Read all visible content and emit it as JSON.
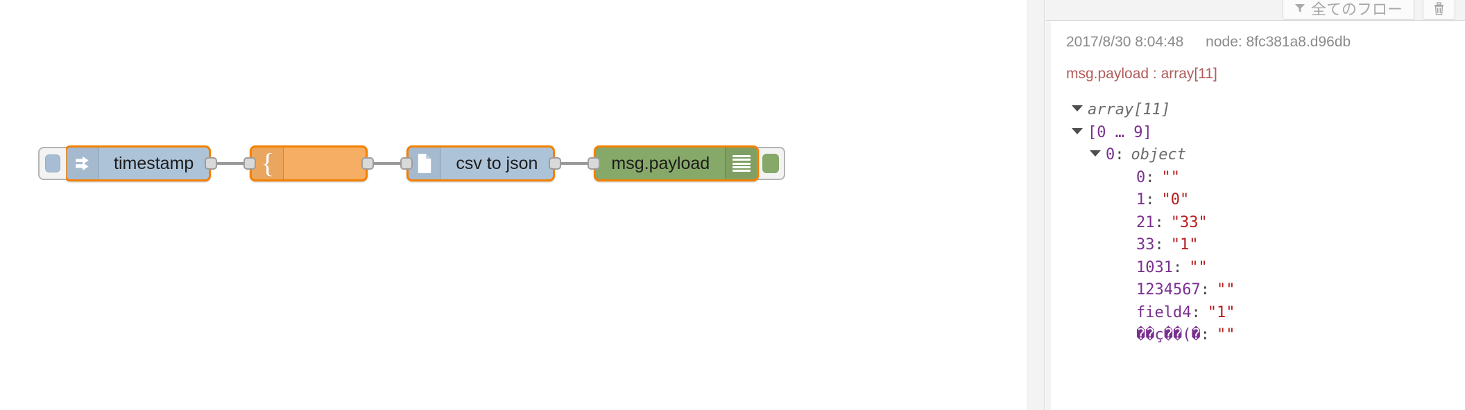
{
  "canvas": {
    "nodes": [
      {
        "id": "inject",
        "label": "timestamp",
        "color": "blue",
        "icon": "arrow-right-icon",
        "has_left_button": true
      },
      {
        "id": "function",
        "label": "",
        "color": "orange",
        "icon": "brace-icon",
        "has_left_button": false
      },
      {
        "id": "csv",
        "label": "csv to json",
        "color": "blue",
        "icon": "file-icon",
        "has_left_button": false
      },
      {
        "id": "debug",
        "label": "msg.payload",
        "color": "green",
        "icon": "lines-icon",
        "has_right_button": true
      }
    ]
  },
  "sidebar": {
    "toolbar": {
      "filter_label": "全てのフロー",
      "filter_icon": "filter-icon",
      "clear_icon": "trash-icon"
    },
    "message": {
      "timestamp": "2017/8/30 8:04:48",
      "node": "node: 8fc381a8.d96db",
      "topic": "msg.payload : array[11]"
    },
    "tree": [
      {
        "level": 0,
        "caret": true,
        "kind": "type",
        "text": "array[11]"
      },
      {
        "level": 1,
        "caret": true,
        "kind": "range",
        "text": "[0 … 9]"
      },
      {
        "level": 2,
        "caret": true,
        "kind": "entry",
        "key": "0",
        "value": "object",
        "value_kind": "type"
      },
      {
        "level": 3,
        "caret": false,
        "kind": "entry",
        "key": "0",
        "value": "\"\"",
        "value_kind": "string"
      },
      {
        "level": 3,
        "caret": false,
        "kind": "entry",
        "key": "1",
        "value": "\"0\"",
        "value_kind": "string"
      },
      {
        "level": 3,
        "caret": false,
        "kind": "entry",
        "key": "21",
        "value": "\"33\"",
        "value_kind": "string"
      },
      {
        "level": 3,
        "caret": false,
        "kind": "entry",
        "key": "33",
        "value": "\"1\"",
        "value_kind": "string"
      },
      {
        "level": 3,
        "caret": false,
        "kind": "entry",
        "key": "1031",
        "value": "\"\"",
        "value_kind": "string"
      },
      {
        "level": 3,
        "caret": false,
        "kind": "entry",
        "key": "1234567",
        "value": "\"\"",
        "value_kind": "string"
      },
      {
        "level": 3,
        "caret": false,
        "kind": "entry",
        "key": "field4",
        "value": "\"1\"",
        "value_kind": "string"
      },
      {
        "level": 3,
        "caret": false,
        "kind": "entry",
        "key": "��ç��(�",
        "value": "\"\"",
        "value_kind": "string"
      }
    ]
  },
  "colors": {
    "node_border": "#f58000",
    "node_blue": "#adc3d8",
    "node_orange": "#f5ae63",
    "node_green": "#86a868",
    "key": "#7a2f8f",
    "value": "#b71c1c",
    "topic": "#b35b5b"
  }
}
